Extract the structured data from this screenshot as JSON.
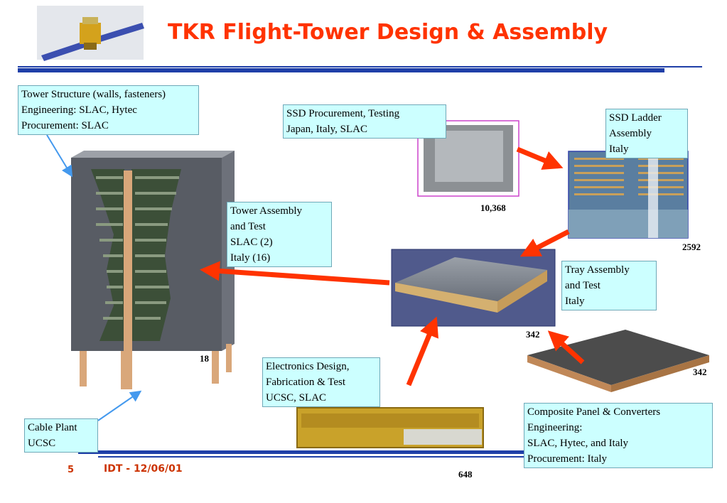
{
  "title": "TKR Flight-Tower Design & Assembly",
  "boxes": {
    "tower_structure": [
      "Tower Structure (walls, fasteners)",
      "Engineering: SLAC, Hytec",
      "Procurement: SLAC"
    ],
    "ssd_procurement": [
      "SSD Procurement, Testing",
      "Japan, Italy, SLAC"
    ],
    "ssd_ladder": [
      "SSD Ladder",
      "Assembly",
      "Italy"
    ],
    "tower_assembly": [
      "Tower Assembly",
      "and Test",
      "SLAC (2)",
      "Italy (16)"
    ],
    "tray_assembly": [
      "Tray Assembly",
      "and Test",
      "Italy"
    ],
    "electronics": [
      "Electronics Design,",
      "Fabrication & Test",
      "UCSC, SLAC"
    ],
    "cable_plant": [
      "Cable Plant",
      "UCSC"
    ],
    "composite_panel": [
      "Composite Panel & Converters",
      "Engineering:",
      "SLAC, Hytec, and Italy",
      "Procurement: Italy"
    ]
  },
  "counts": {
    "ssd": "10,368",
    "ladder": "2592",
    "tray": "342",
    "panel": "342",
    "tower": "18",
    "electronics": "648"
  },
  "footer": {
    "page_number": "5",
    "date": "IDT - 12/06/01"
  },
  "colors": {
    "title": "#ff3300",
    "arrow": "#ff3300",
    "box_fill": "#ccffff",
    "rule": "#1f3fa8"
  }
}
